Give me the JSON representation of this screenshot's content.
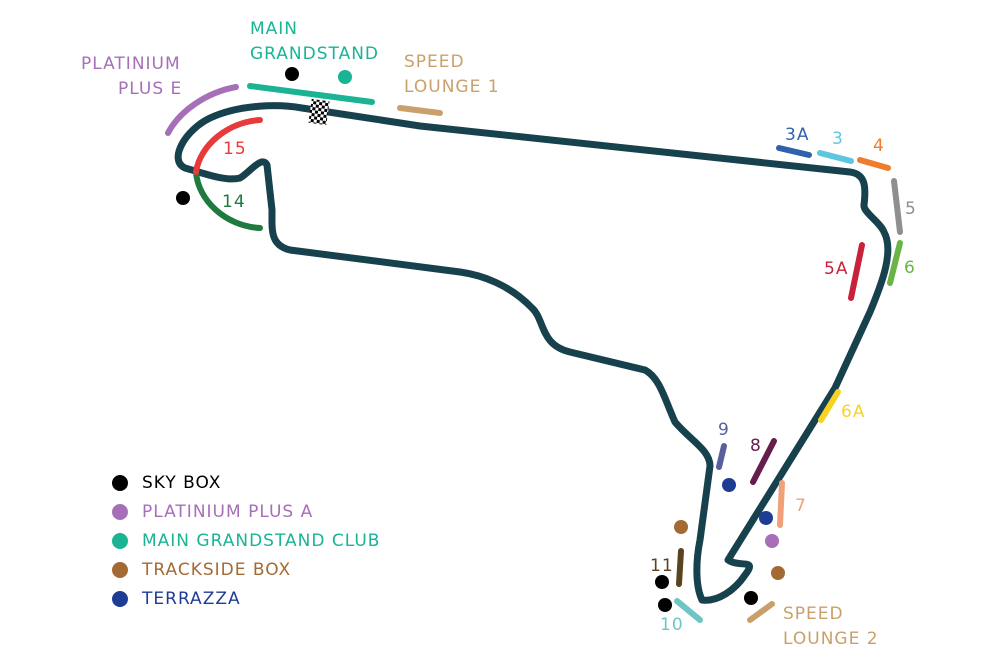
{
  "colors": {
    "track": "#17414d",
    "sky_box": "#000000",
    "platinium": "#a66fb8",
    "main_grandstand": "#1ab394",
    "trackside": "#a36a33",
    "terrazza": "#1f3c94",
    "speed_lounge": "#c9a06b"
  },
  "labels": {
    "main_grandstand": {
      "line1": "MAIN",
      "line2": "GRANDSTAND"
    },
    "platinium_plus_e": {
      "line1": "PLATINIUM",
      "line2": "PLUS E"
    },
    "speed_lounge_1": {
      "line1": "SPEED",
      "line2": "LOUNGE 1"
    },
    "speed_lounge_2": {
      "line1": "SPEED",
      "line2": "LOUNGE 2"
    }
  },
  "zones": [
    {
      "id": "3A",
      "label": "3A",
      "color": "#2e63ab"
    },
    {
      "id": "3",
      "label": "3",
      "color": "#5cc6e0"
    },
    {
      "id": "4",
      "label": "4",
      "color": "#ee7d2e"
    },
    {
      "id": "5",
      "label": "5",
      "color": "#8f8f8f"
    },
    {
      "id": "5A",
      "label": "5A",
      "color": "#c8213a"
    },
    {
      "id": "6",
      "label": "6",
      "color": "#6ab345"
    },
    {
      "id": "6A",
      "label": "6A",
      "color": "#f7d324"
    },
    {
      "id": "7",
      "label": "7",
      "color": "#f0a17a"
    },
    {
      "id": "8",
      "label": "8",
      "color": "#651d4d"
    },
    {
      "id": "9",
      "label": "9",
      "color": "#5a5e9c"
    },
    {
      "id": "10",
      "label": "10",
      "color": "#6ec6c4"
    },
    {
      "id": "11",
      "label": "11",
      "color": "#5a4420"
    },
    {
      "id": "14",
      "label": "14",
      "color": "#1e7a3e"
    },
    {
      "id": "15",
      "label": "15",
      "color": "#e83a3a"
    }
  ],
  "legend": [
    {
      "label": "SKY BOX",
      "color": "#000000"
    },
    {
      "label": "PLATINIUM PLUS A",
      "color": "#a66fb8"
    },
    {
      "label": "MAIN GRANDSTAND CLUB",
      "color": "#1ab394"
    },
    {
      "label": "TRACKSIDE BOX",
      "color": "#a36a33"
    },
    {
      "label": "TERRAZZA",
      "color": "#1f3c94"
    }
  ]
}
